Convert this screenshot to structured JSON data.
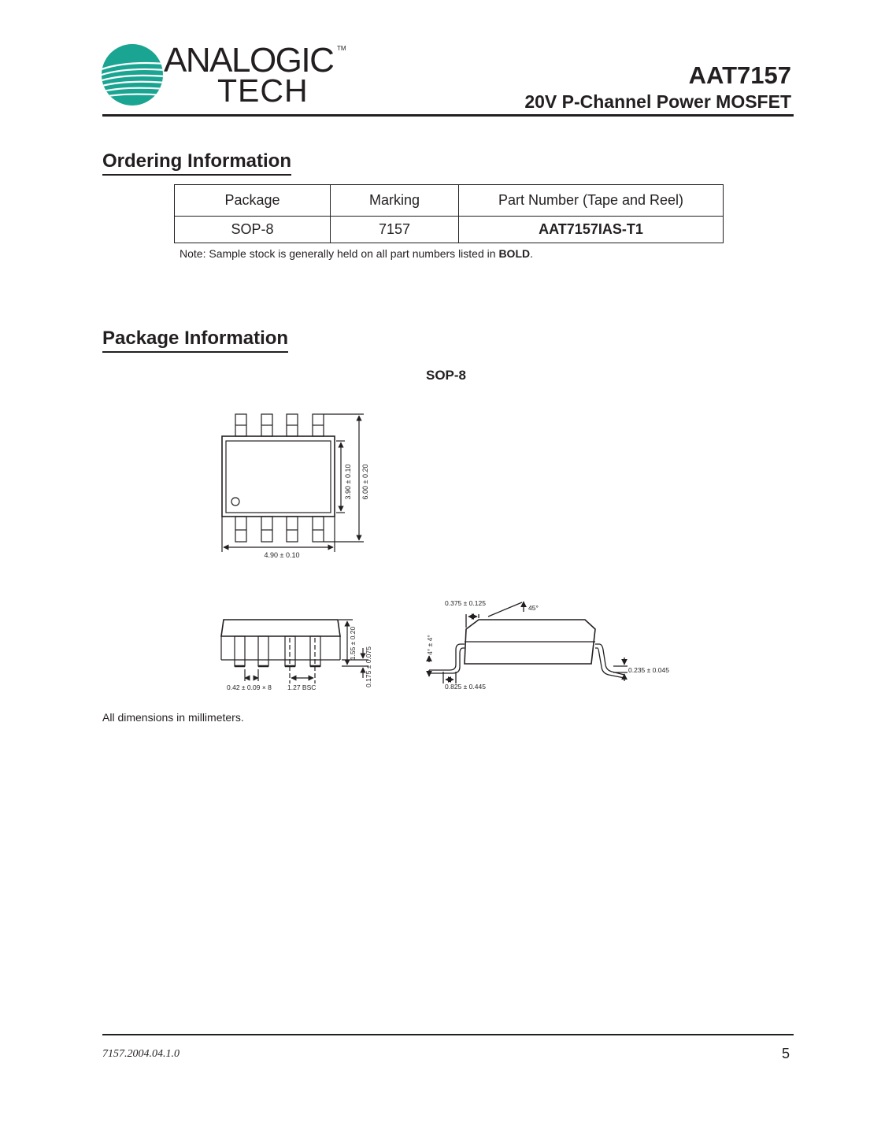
{
  "header": {
    "brand_line1": "ANALOGIC",
    "brand_line2": "TECH",
    "trademark": "TM",
    "part_number": "AAT7157",
    "subtitle": "20V P-Channel Power MOSFET"
  },
  "ordering": {
    "heading": "Ordering Information",
    "columns": [
      "Package",
      "Marking",
      "Part Number (Tape and Reel)"
    ],
    "rows": [
      [
        "SOP-8",
        "7157",
        "AAT7157IAS-T1"
      ]
    ],
    "note_prefix": "Note: Sample stock is generally held on all part numbers listed in ",
    "note_bold": "BOLD",
    "note_suffix": "."
  },
  "package": {
    "heading": "Package Information",
    "caption": "SOP-8",
    "dims": {
      "width": "3.90 ± 0.10",
      "overall": "6.00 ± 0.20",
      "length": "4.90 ± 0.10",
      "height": "1.55 ± 0.20",
      "standoff": "0.175 ± 0.075",
      "lead_width": "0.42 ± 0.09 × 8",
      "pitch": "1.27 BSC",
      "chamfer": "0.375 ± 0.125",
      "chamfer_angle": "45°",
      "lead_angle": "4° ± 4°",
      "lead_thickness": "0.235 ± 0.045",
      "foot_length": "0.825 ± 0.445"
    },
    "units_note": "All dimensions in millimeters."
  },
  "footer": {
    "doc_code": "7157.2004.04.1.0",
    "page": "5"
  },
  "colors": {
    "logo_teal": "#1aa592",
    "text": "#231f20"
  }
}
